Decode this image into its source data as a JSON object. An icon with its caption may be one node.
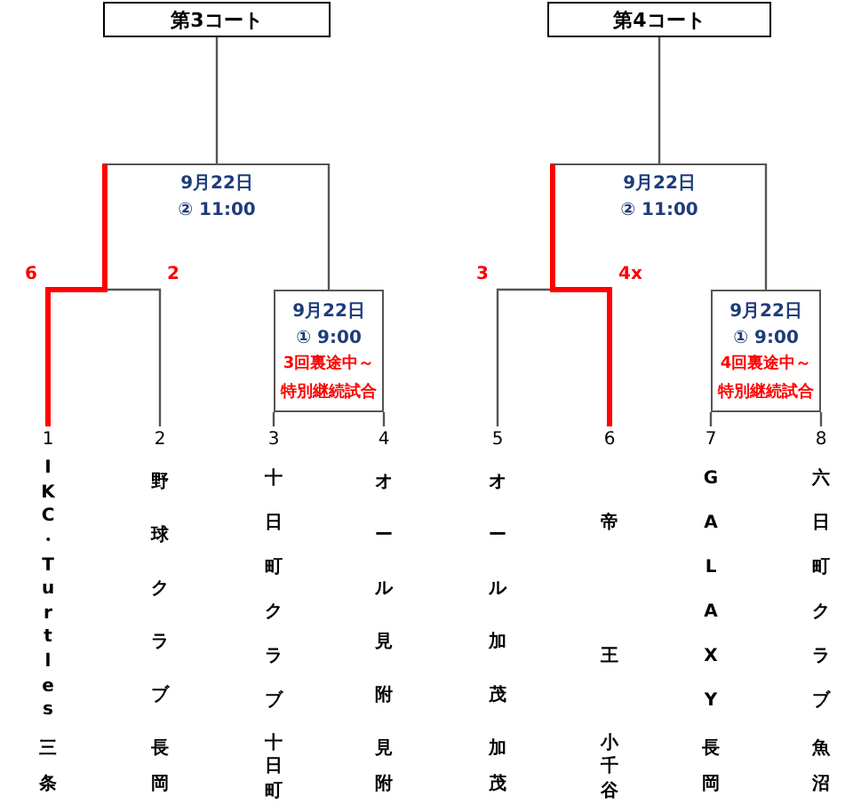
{
  "diagram": {
    "nodes": [
      {
        "text": [
          "第3コート"
        ]
      },
      {
        "text": [
          "第4コート"
        ]
      },
      {
        "text": [
          "9月22日",
          "② 11:00"
        ]
      },
      {
        "text": [
          "9月22日",
          "① 9:00",
          "3回裏途中～",
          "特別継続試合"
        ]
      },
      {
        "text": [
          "1",
          "IKC・Turtles",
          "三条"
        ]
      },
      {
        "text": [
          "2",
          "野球クラブ",
          "長岡"
        ]
      },
      {
        "text": [
          "3",
          "十日町クラブ",
          "十日町"
        ]
      },
      {
        "text": [
          "4",
          "オール見附",
          "見附"
        ]
      },
      {
        "text": [
          "9月22日",
          "② 11:00"
        ]
      },
      {
        "text": [
          "9月22日",
          "① 9:00",
          "4回裏途中～",
          "特別継続試合"
        ]
      },
      {
        "text": [
          "5",
          "オール加茂",
          "加茂"
        ]
      },
      {
        "text": [
          "6",
          "帝王",
          "小千谷"
        ]
      },
      {
        "text": [
          "7",
          "GALAXY",
          "長岡"
        ]
      },
      {
        "text": [
          "8",
          "六日町クラブ",
          "魚沼"
        ]
      }
    ],
    "edges": [
      {
        "from": 5,
        "to": 2,
        "arrow": "none"
      },
      {
        "from": 4,
        "to": 2,
        "arrow": "none",
        "style": "thick",
        "color": "#ff0000"
      },
      {
        "from": 6,
        "to": 3,
        "arrow": "none"
      },
      {
        "from": 7,
        "to": 3,
        "arrow": "none"
      },
      {
        "from": 3,
        "to": 2,
        "arrow": "none"
      },
      {
        "from": 2,
        "to": 0,
        "arrow": "none"
      },
      {
        "from": 10,
        "to": 8,
        "arrow": "none"
      },
      {
        "from": 11,
        "to": 8,
        "arrow": "none",
        "style": "thick",
        "color": "#ff0000"
      },
      {
        "from": 12,
        "to": 9,
        "arrow": "none"
      },
      {
        "from": 13,
        "to": 9,
        "arrow": "none"
      },
      {
        "from": 9,
        "to": 8,
        "arrow": "none"
      },
      {
        "from": 8,
        "to": 1,
        "arrow": "none"
      }
    ],
    "labels": [
      "6",
      "2",
      "3",
      "4x"
    ]
  }
}
